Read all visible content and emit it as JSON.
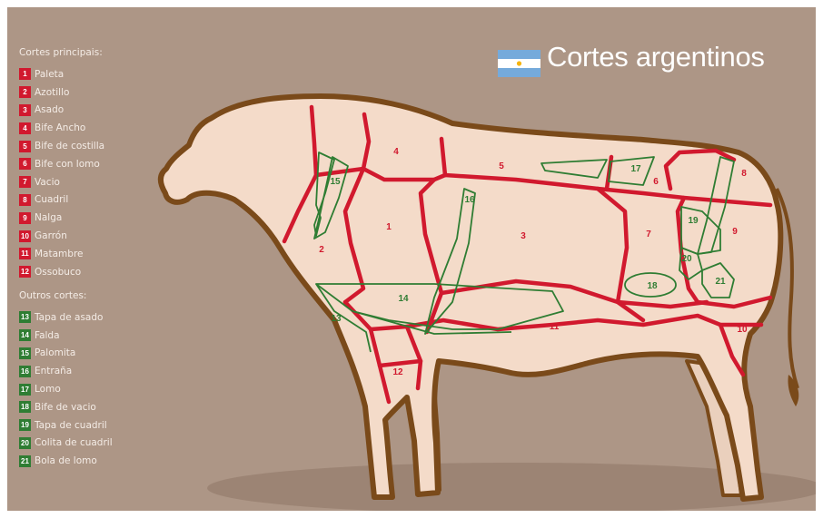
{
  "title": "Cortes argentinos",
  "colors": {
    "background": "#ad9686",
    "body_fill": "#f4dbc9",
    "outline": "#7a4a1a",
    "main_cut": "#d1192e",
    "other_cut": "#2f7d33",
    "flag_blue": "#75aadb"
  },
  "legend": {
    "principal_heading": "Cortes principais:",
    "principal": [
      {
        "num": "1",
        "label": "Paleta"
      },
      {
        "num": "2",
        "label": "Azotillo"
      },
      {
        "num": "3",
        "label": "Asado"
      },
      {
        "num": "4",
        "label": "Bife Ancho"
      },
      {
        "num": "5",
        "label": "Bife de costilla"
      },
      {
        "num": "6",
        "label": "Bife con lomo"
      },
      {
        "num": "7",
        "label": "Vacio"
      },
      {
        "num": "8",
        "label": "Cuadril"
      },
      {
        "num": "9",
        "label": "Nalga"
      },
      {
        "num": "10",
        "label": "Garrón"
      },
      {
        "num": "11",
        "label": "Matambre"
      },
      {
        "num": "12",
        "label": "Ossobuco"
      }
    ],
    "other_heading": "Outros cortes:",
    "other": [
      {
        "num": "13",
        "label": "Tapa de asado"
      },
      {
        "num": "14",
        "label": "Falda"
      },
      {
        "num": "15",
        "label": "Palomita"
      },
      {
        "num": "16",
        "label": "Entraña"
      },
      {
        "num": "17",
        "label": "Lomo"
      },
      {
        "num": "18",
        "label": "Bife de vacio"
      },
      {
        "num": "19",
        "label": "Tapa de cuadril"
      },
      {
        "num": "20",
        "label": "Colita de cuadril"
      },
      {
        "num": "21",
        "label": "Bola de lomo"
      }
    ]
  },
  "diagram_labels": {
    "n1": "1",
    "n2": "2",
    "n3": "3",
    "n4": "4",
    "n5": "5",
    "n6": "6",
    "n7": "7",
    "n8": "8",
    "n9": "9",
    "n10": "10",
    "n11": "11",
    "n12": "12",
    "n13": "13",
    "n14": "14",
    "n15": "15",
    "n16": "16",
    "n17": "17",
    "n18": "18",
    "n19": "19",
    "n20": "20",
    "n21": "21"
  }
}
